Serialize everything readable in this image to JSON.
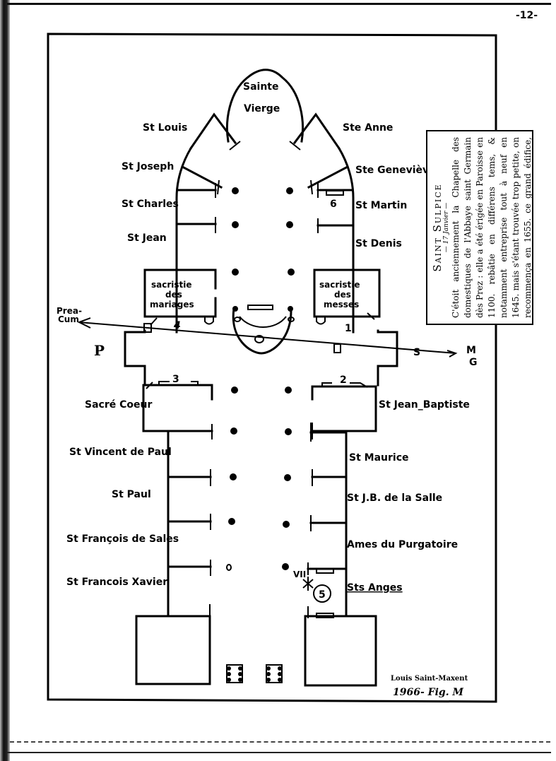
{
  "page": {
    "page_number": "-12-"
  },
  "plan": {
    "apse_chapel": [
      "Sainte",
      "Vierge"
    ],
    "left_chapels": [
      "St Louis",
      "St Joseph",
      "St Charles",
      "St Jean",
      "Sacré Coeur",
      "St Vincent de Paul",
      "St Paul",
      "St François de Sales",
      "St Francois Xavier"
    ],
    "right_chapels": [
      "Ste Anne",
      "Ste Geneviève",
      "St Martin",
      "St Denis",
      "St Jean_Baptiste",
      "St Maurice",
      "St J.B. de la Salle",
      "Ames du Purgatoire",
      "Sts Anges"
    ],
    "sacristies": {
      "left": [
        "sacristie",
        "des",
        "mariages"
      ],
      "right": [
        "sacristie",
        "des",
        "messes"
      ]
    },
    "transept_letters": {
      "left": "P",
      "right": "S",
      "far_right_top": "M",
      "far_right_bottom": "G"
    },
    "arrow_label": [
      "Prea-",
      "Cum"
    ],
    "markers": [
      "1",
      "2",
      "3",
      "4",
      "5",
      "6"
    ],
    "roman_numeral": "VII",
    "credit": "Louis Saint-Maxent",
    "figure_ref": "1966- Fig. M"
  },
  "note": {
    "title": "Saint Sulpice",
    "date": "— 17 Janvier —",
    "body": "C'étoit anciennement la Chapelle des domestiques de l'Abbaye saint Germain dès Prez : elle a été érigée en Paroisse en 1100. rebâtie en différens tems, & notamment entreprise tout à neuf en 1645. mais s'étant trouvée trop petite, on recommença en 1655. ce grand édifice,"
  }
}
